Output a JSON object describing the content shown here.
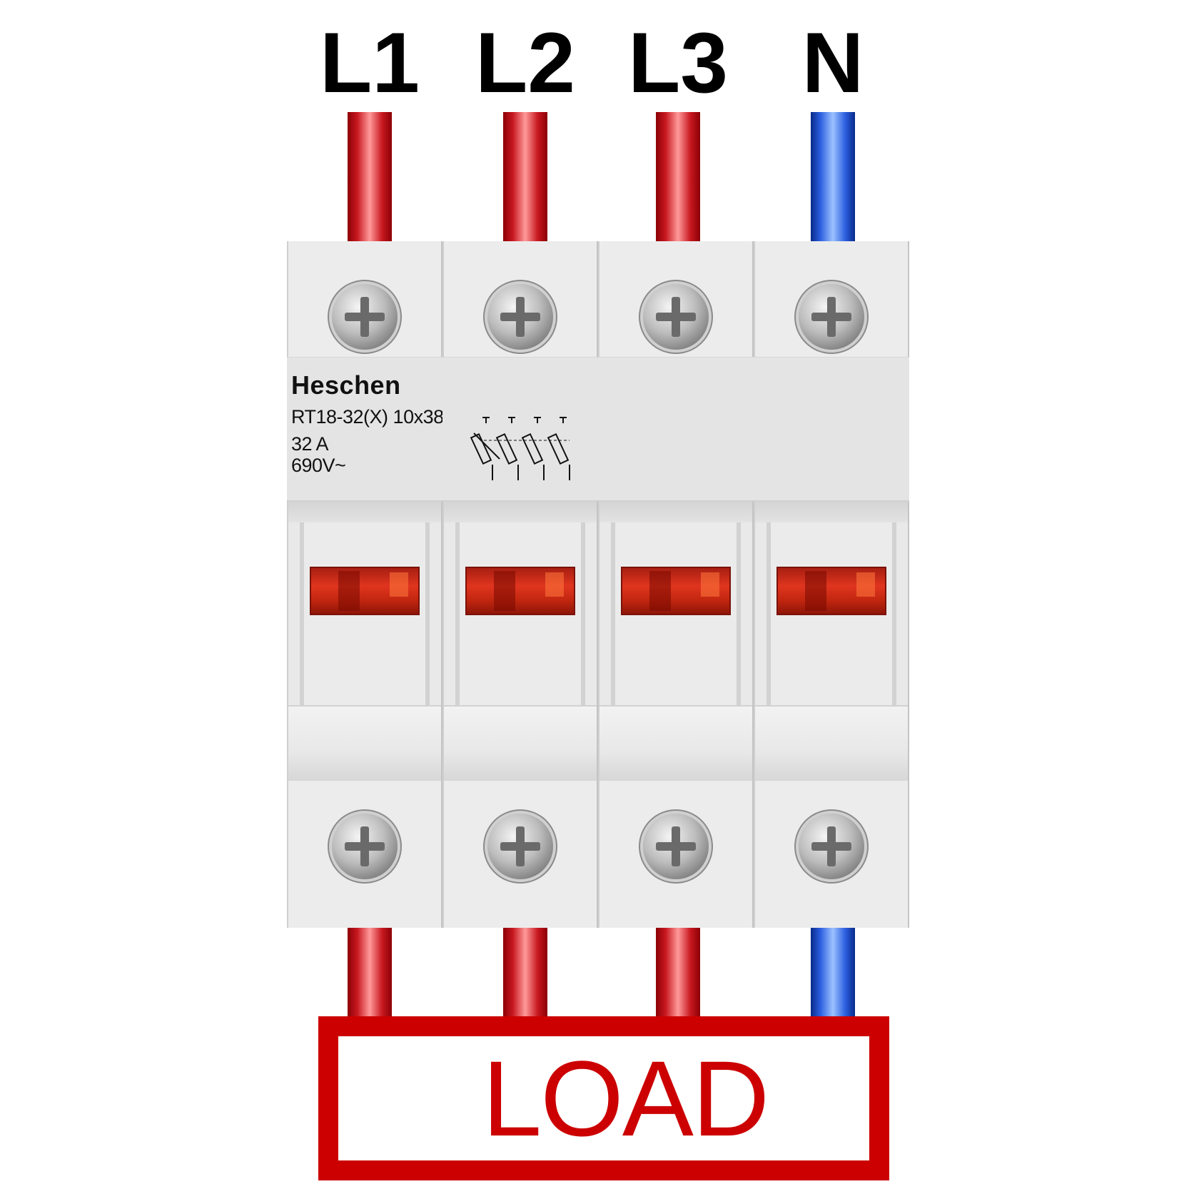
{
  "phases": [
    {
      "label": "L1",
      "wire_color": "red"
    },
    {
      "label": "L2",
      "wire_color": "red"
    },
    {
      "label": "L3",
      "wire_color": "red"
    },
    {
      "label": "N",
      "wire_color": "blue"
    }
  ],
  "device": {
    "brand": "Heschen",
    "model": "RT18-32(X) 10x38",
    "current": "32 A",
    "voltage": "690V~",
    "symbol_icon": "fuse-symbol-icon"
  },
  "load_label": "LOAD",
  "colors": {
    "phase_wire": "#c81820",
    "neutral_wire": "#2c5fe0",
    "load_border": "#cc0000",
    "body": "#e9e9e9",
    "indicator": "#d8301c"
  }
}
